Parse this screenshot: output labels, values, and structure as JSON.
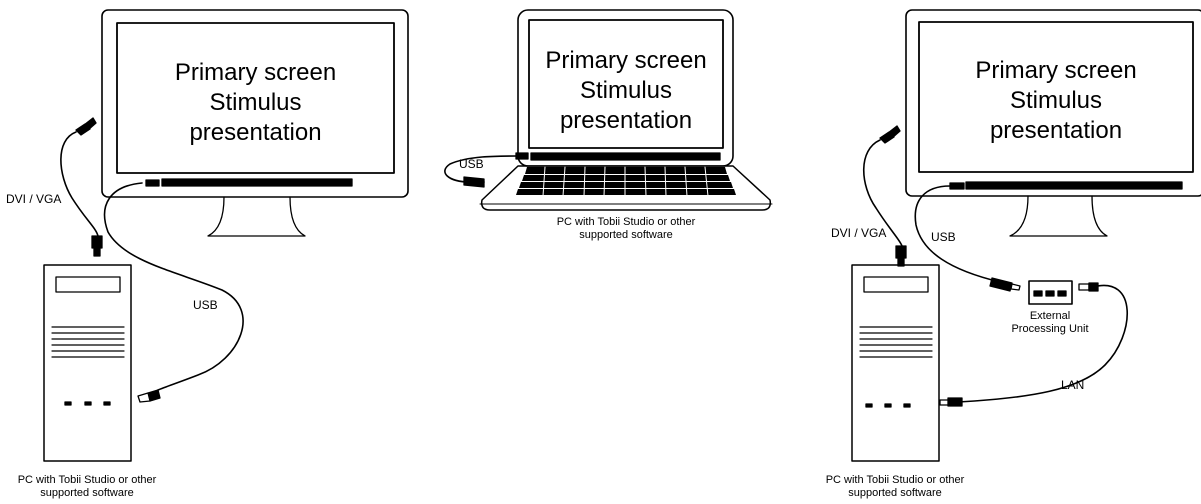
{
  "setups": [
    {
      "screen_lines": [
        "Primary screen",
        "Stimulus",
        "presentation"
      ],
      "pc_caption_lines": [
        "PC with Tobii Studio or other",
        "supported software"
      ],
      "cable_labels": {
        "video": "DVI / VGA",
        "usb": "USB"
      }
    },
    {
      "screen_lines": [
        "Primary screen",
        "Stimulus",
        "presentation"
      ],
      "pc_caption_lines": [
        "PC with Tobii Studio or other",
        "supported software"
      ],
      "cable_labels": {
        "usb": "USB"
      }
    },
    {
      "screen_lines": [
        "Primary screen",
        "Stimulus",
        "presentation"
      ],
      "pc_caption_lines": [
        "PC with Tobii Studio or other",
        "supported software"
      ],
      "cable_labels": {
        "video": "DVI / VGA",
        "usb": "USB",
        "lan": "LAN"
      },
      "external_unit_lines": [
        "External",
        "Processing Unit"
      ]
    }
  ]
}
